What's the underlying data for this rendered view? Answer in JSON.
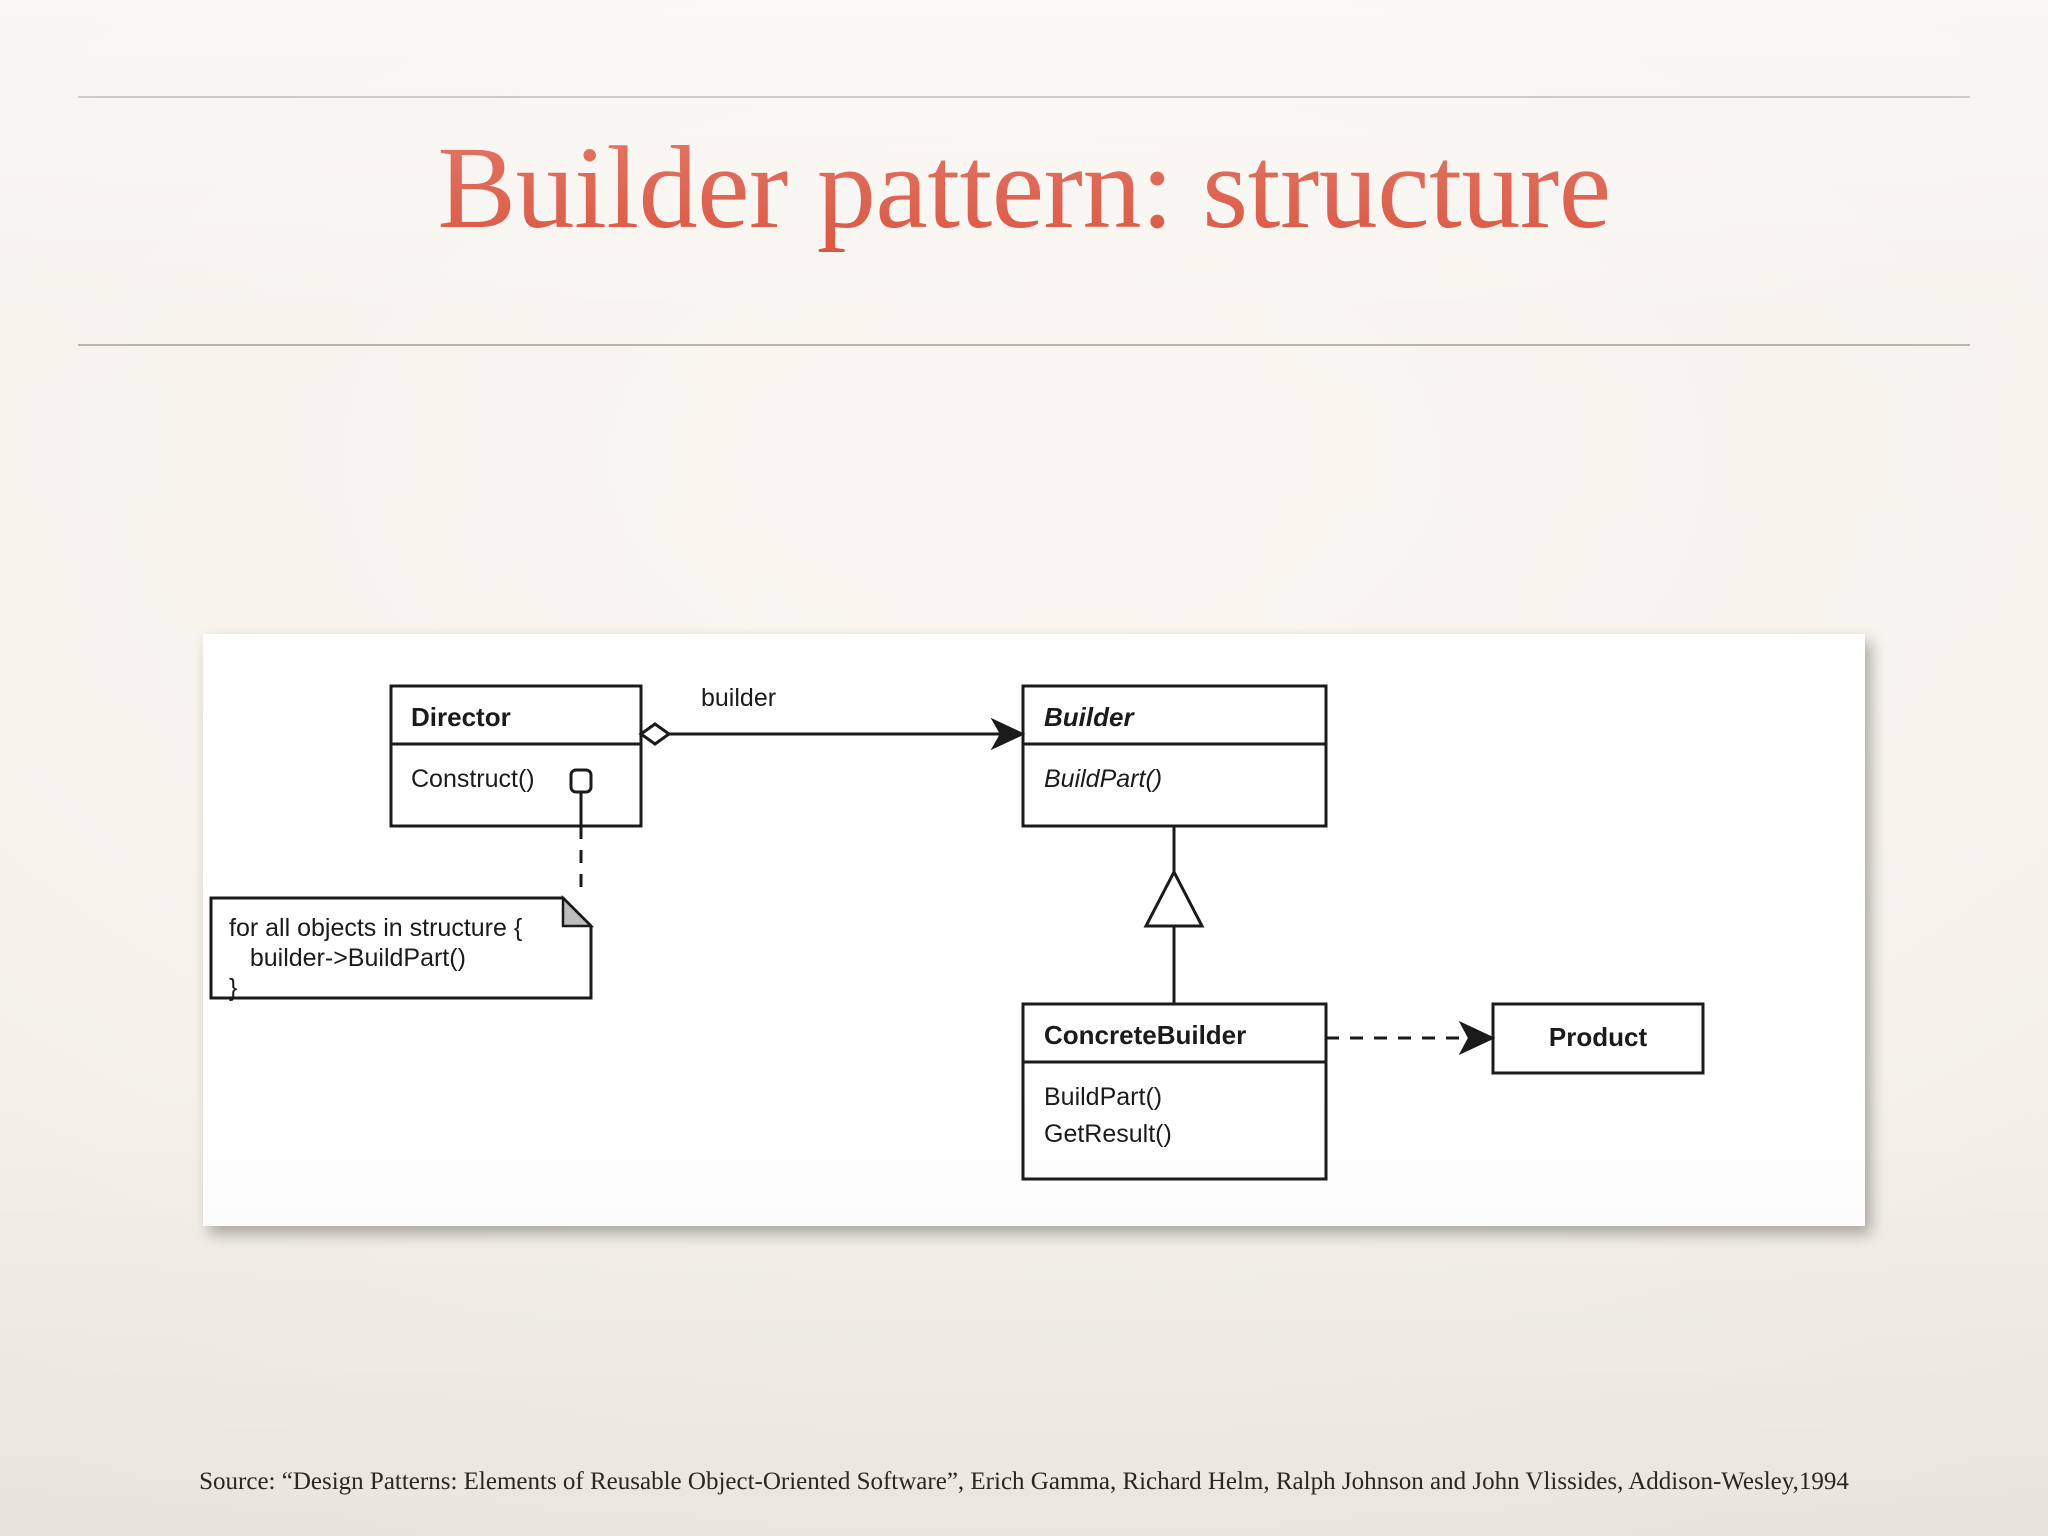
{
  "slide": {
    "title": "Builder pattern: structure",
    "title_color": "#d8412a",
    "background_color": "#f2efe9",
    "source_caption": "Source: “Design Patterns: Elements of Reusable Object-Oriented Software”, Erich Gamma, Richard Helm, Ralph Johnson and John Vlissides, Addison-Wesley,1994"
  },
  "diagram": {
    "kind": "uml-class-diagram",
    "panel_background": "#ffffff",
    "stroke_color": "#1b1b1b",
    "classes": {
      "director": {
        "name": "Director",
        "abstract": false,
        "operations": [
          "Construct()"
        ]
      },
      "builder": {
        "name": "Builder",
        "abstract": true,
        "operations": [
          "BuildPart()"
        ]
      },
      "concrete_builder": {
        "name": "ConcreteBuilder",
        "abstract": false,
        "operations": [
          "BuildPart()",
          "GetResult()"
        ]
      },
      "product": {
        "name": "Product",
        "abstract": false,
        "operations": []
      }
    },
    "note": {
      "lines": [
        "for all objects in structure {",
        "   builder->BuildPart()",
        "}"
      ],
      "fold_color": "#bdbdbd"
    },
    "relations": [
      {
        "id": "director-builder",
        "from": "Director",
        "to": "Builder",
        "type": "aggregation-with-navigable-arrow",
        "label": "builder",
        "source_decoration": "hollow-diamond",
        "target_decoration": "filled-arrow",
        "line": "solid"
      },
      {
        "id": "concretebuilder-builder",
        "from": "ConcreteBuilder",
        "to": "Builder",
        "type": "generalization",
        "label": "",
        "source_decoration": "none",
        "target_decoration": "hollow-triangle",
        "line": "solid"
      },
      {
        "id": "concretebuilder-product",
        "from": "ConcreteBuilder",
        "to": "Product",
        "type": "dependency",
        "label": "",
        "source_decoration": "none",
        "target_decoration": "filled-arrow",
        "line": "dashed"
      },
      {
        "id": "construct-note",
        "from": "Construct()",
        "to": "note",
        "type": "note-anchor",
        "label": "",
        "source_decoration": "small-circle",
        "target_decoration": "none",
        "line": "dashed"
      }
    ]
  }
}
